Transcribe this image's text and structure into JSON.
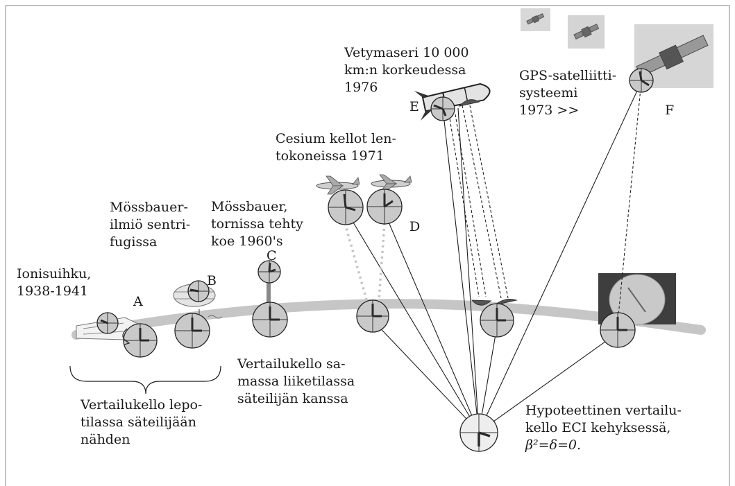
{
  "colors": {
    "earth_band": "#c6c6c6",
    "clock_face": "#c9c9c9",
    "clock_face_light": "#eeeeee",
    "hand": "#2a2a2a",
    "dotted_link": "#c4c4c4",
    "line": "#1e1e1e",
    "frame": "#9a9a9a"
  },
  "labels": {
    "ion_beam": "Ionisuihku,\n1938-1941",
    "mossbauer_centrifuge": "Mössbauer-\nilmiö sentri-\nfugissa",
    "mossbauer_tower": "Mössbauer,\ntornissa tehty\nkoe 1960's",
    "cesium_airplanes": "Cesium kellot len-\ntokoneissa 1971",
    "hydrogen_maser": "Vetymaseri 10 000\nkm:n korkeudessa\n1976",
    "gps_system": "GPS-satelliitti-\nsysteemi\n1973 >>",
    "reference_comoving": "Vertailukello sa-\nmassa liiketilassa\nsäteilijän kanssa",
    "reference_rest": "Vertailukello lepo-\ntilassa säteilijään\nnähden",
    "hypothetical": "Hypoteettinen vertailu-\nkello ECI kehyksessä,",
    "hypothetical_formula": "β²=δ=0."
  },
  "points": [
    "A",
    "B",
    "C",
    "D",
    "E",
    "F"
  ],
  "icons": [
    "ion-beam-apparatus-icon",
    "centrifuge-icon",
    "airplane-icon",
    "rocket-icon",
    "satellite-icon",
    "radar-dish-icon",
    "antenna-dish-icon"
  ]
}
